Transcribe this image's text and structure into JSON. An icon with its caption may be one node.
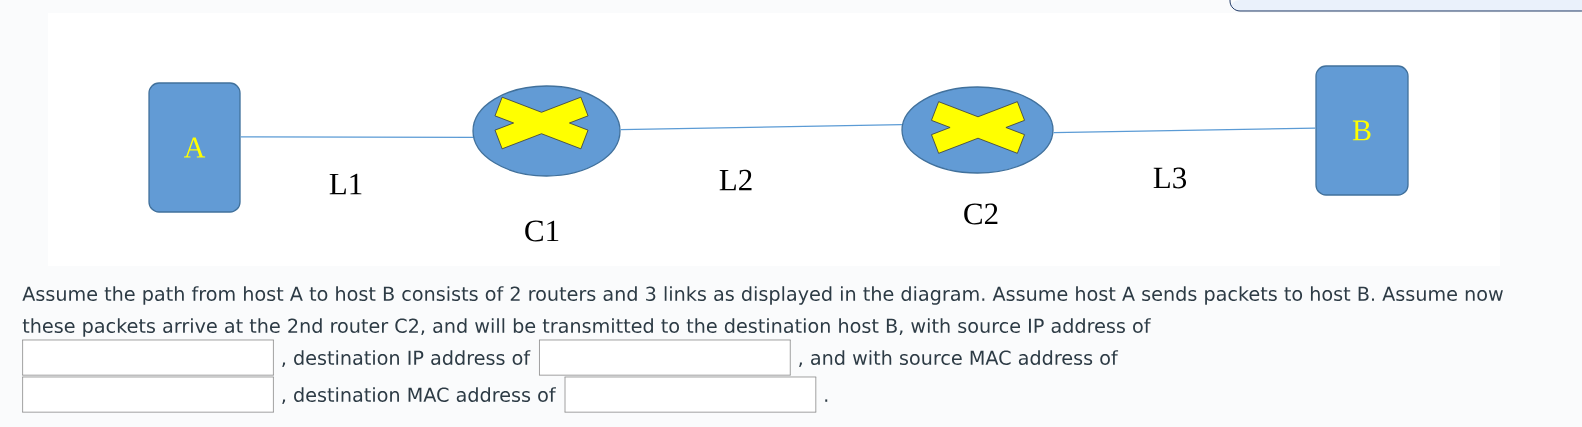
{
  "diagram": {
    "nodes": [
      {
        "text": [
          "A"
        ]
      },
      {
        "text": [],
        "shape": "ellipse",
        "beside": [
          "C1"
        ]
      },
      {
        "text": [],
        "shape": "ellipse",
        "beside": [
          "C2"
        ]
      },
      {
        "text": [
          "B"
        ]
      }
    ],
    "edges": [
      {
        "from": 0,
        "to": 1,
        "arrow": "none",
        "label": "L1"
      },
      {
        "from": 1,
        "to": 2,
        "arrow": "none",
        "label": "L2"
      },
      {
        "from": 2,
        "to": 3,
        "arrow": "none",
        "label": "L3"
      }
    ],
    "labels": [
      "Assume the path from host A to host B consists of 2 routers and 3 links as displayed in the diagram. Assume host A sends packets to host B. Assume now these packets arrive at the 2nd router C2, and will be transmitted to the destination host B, with source IP address of",
      ", destination IP address of",
      ", and with source MAC address of",
      ", destination MAC address of",
      "."
    ]
  }
}
